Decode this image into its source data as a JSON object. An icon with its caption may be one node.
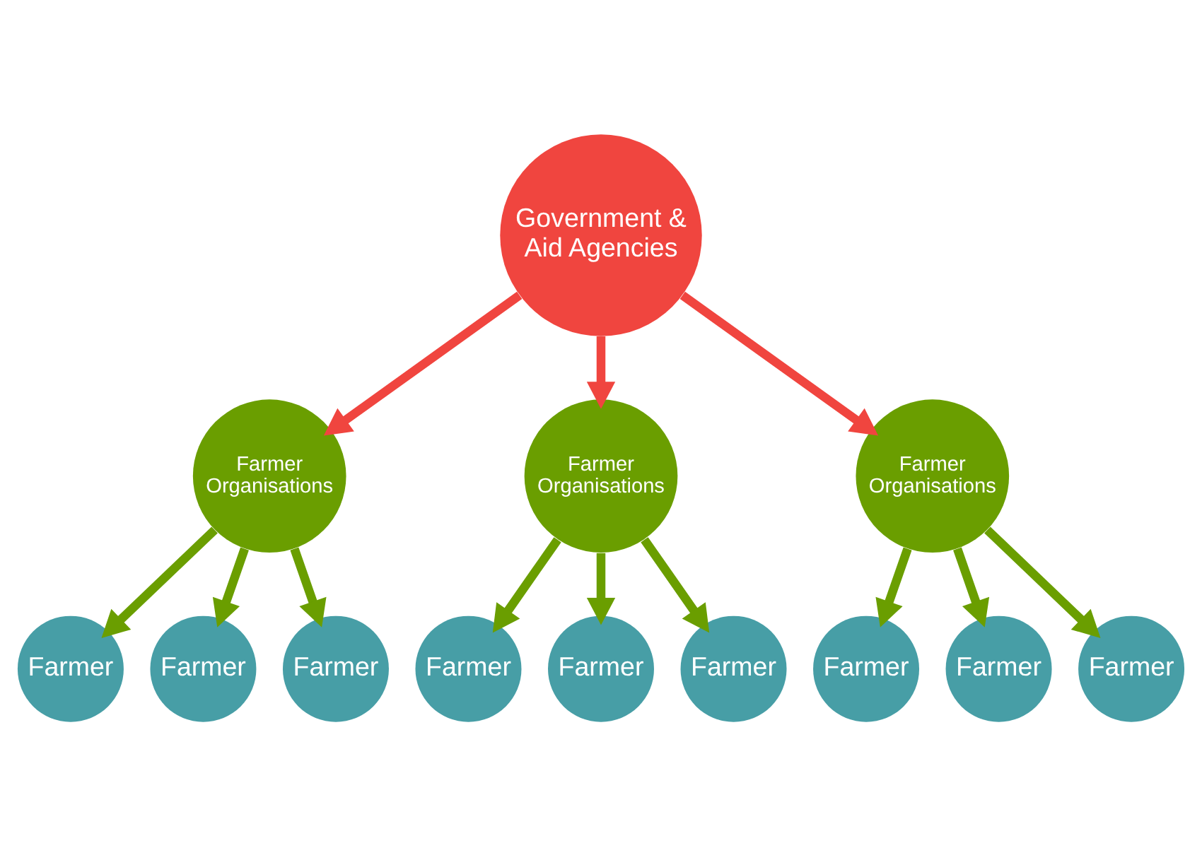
{
  "diagram": {
    "nodes": [
      {
        "text": [
          "Government & Aid Agencies"
        ]
      },
      {
        "text": [
          "Farmer Organisations"
        ]
      },
      {
        "text": [
          "Farmer Organisations"
        ]
      },
      {
        "text": [
          "Farmer Organisations"
        ]
      },
      {
        "text": [
          "Farmer"
        ]
      },
      {
        "text": [
          "Farmer"
        ]
      },
      {
        "text": [
          "Farmer"
        ]
      },
      {
        "text": [
          "Farmer"
        ]
      },
      {
        "text": [
          "Farmer"
        ]
      },
      {
        "text": [
          "Farmer"
        ]
      },
      {
        "text": [
          "Farmer"
        ]
      },
      {
        "text": [
          "Farmer"
        ]
      },
      {
        "text": [
          "Farmer"
        ]
      }
    ],
    "edges": [
      {
        "from": 0,
        "to": 1,
        "arrow": "to",
        "color": "#f0453f"
      },
      {
        "from": 0,
        "to": 2,
        "arrow": "to",
        "color": "#f0453f"
      },
      {
        "from": 0,
        "to": 3,
        "arrow": "to",
        "color": "#f0453f"
      },
      {
        "from": 1,
        "to": 4,
        "arrow": "to"
      },
      {
        "from": 1,
        "to": 5,
        "arrow": "to"
      },
      {
        "from": 1,
        "to": 6,
        "arrow": "to"
      },
      {
        "from": 2,
        "to": 7,
        "arrow": "to"
      },
      {
        "from": 2,
        "to": 8,
        "arrow": "to"
      },
      {
        "from": 2,
        "to": 9,
        "arrow": "to"
      },
      {
        "from": 3,
        "to": 10,
        "arrow": "to"
      },
      {
        "from": 3,
        "to": 11,
        "arrow": "to"
      },
      {
        "from": 3,
        "to": 12,
        "arrow": "to"
      }
    ]
  }
}
